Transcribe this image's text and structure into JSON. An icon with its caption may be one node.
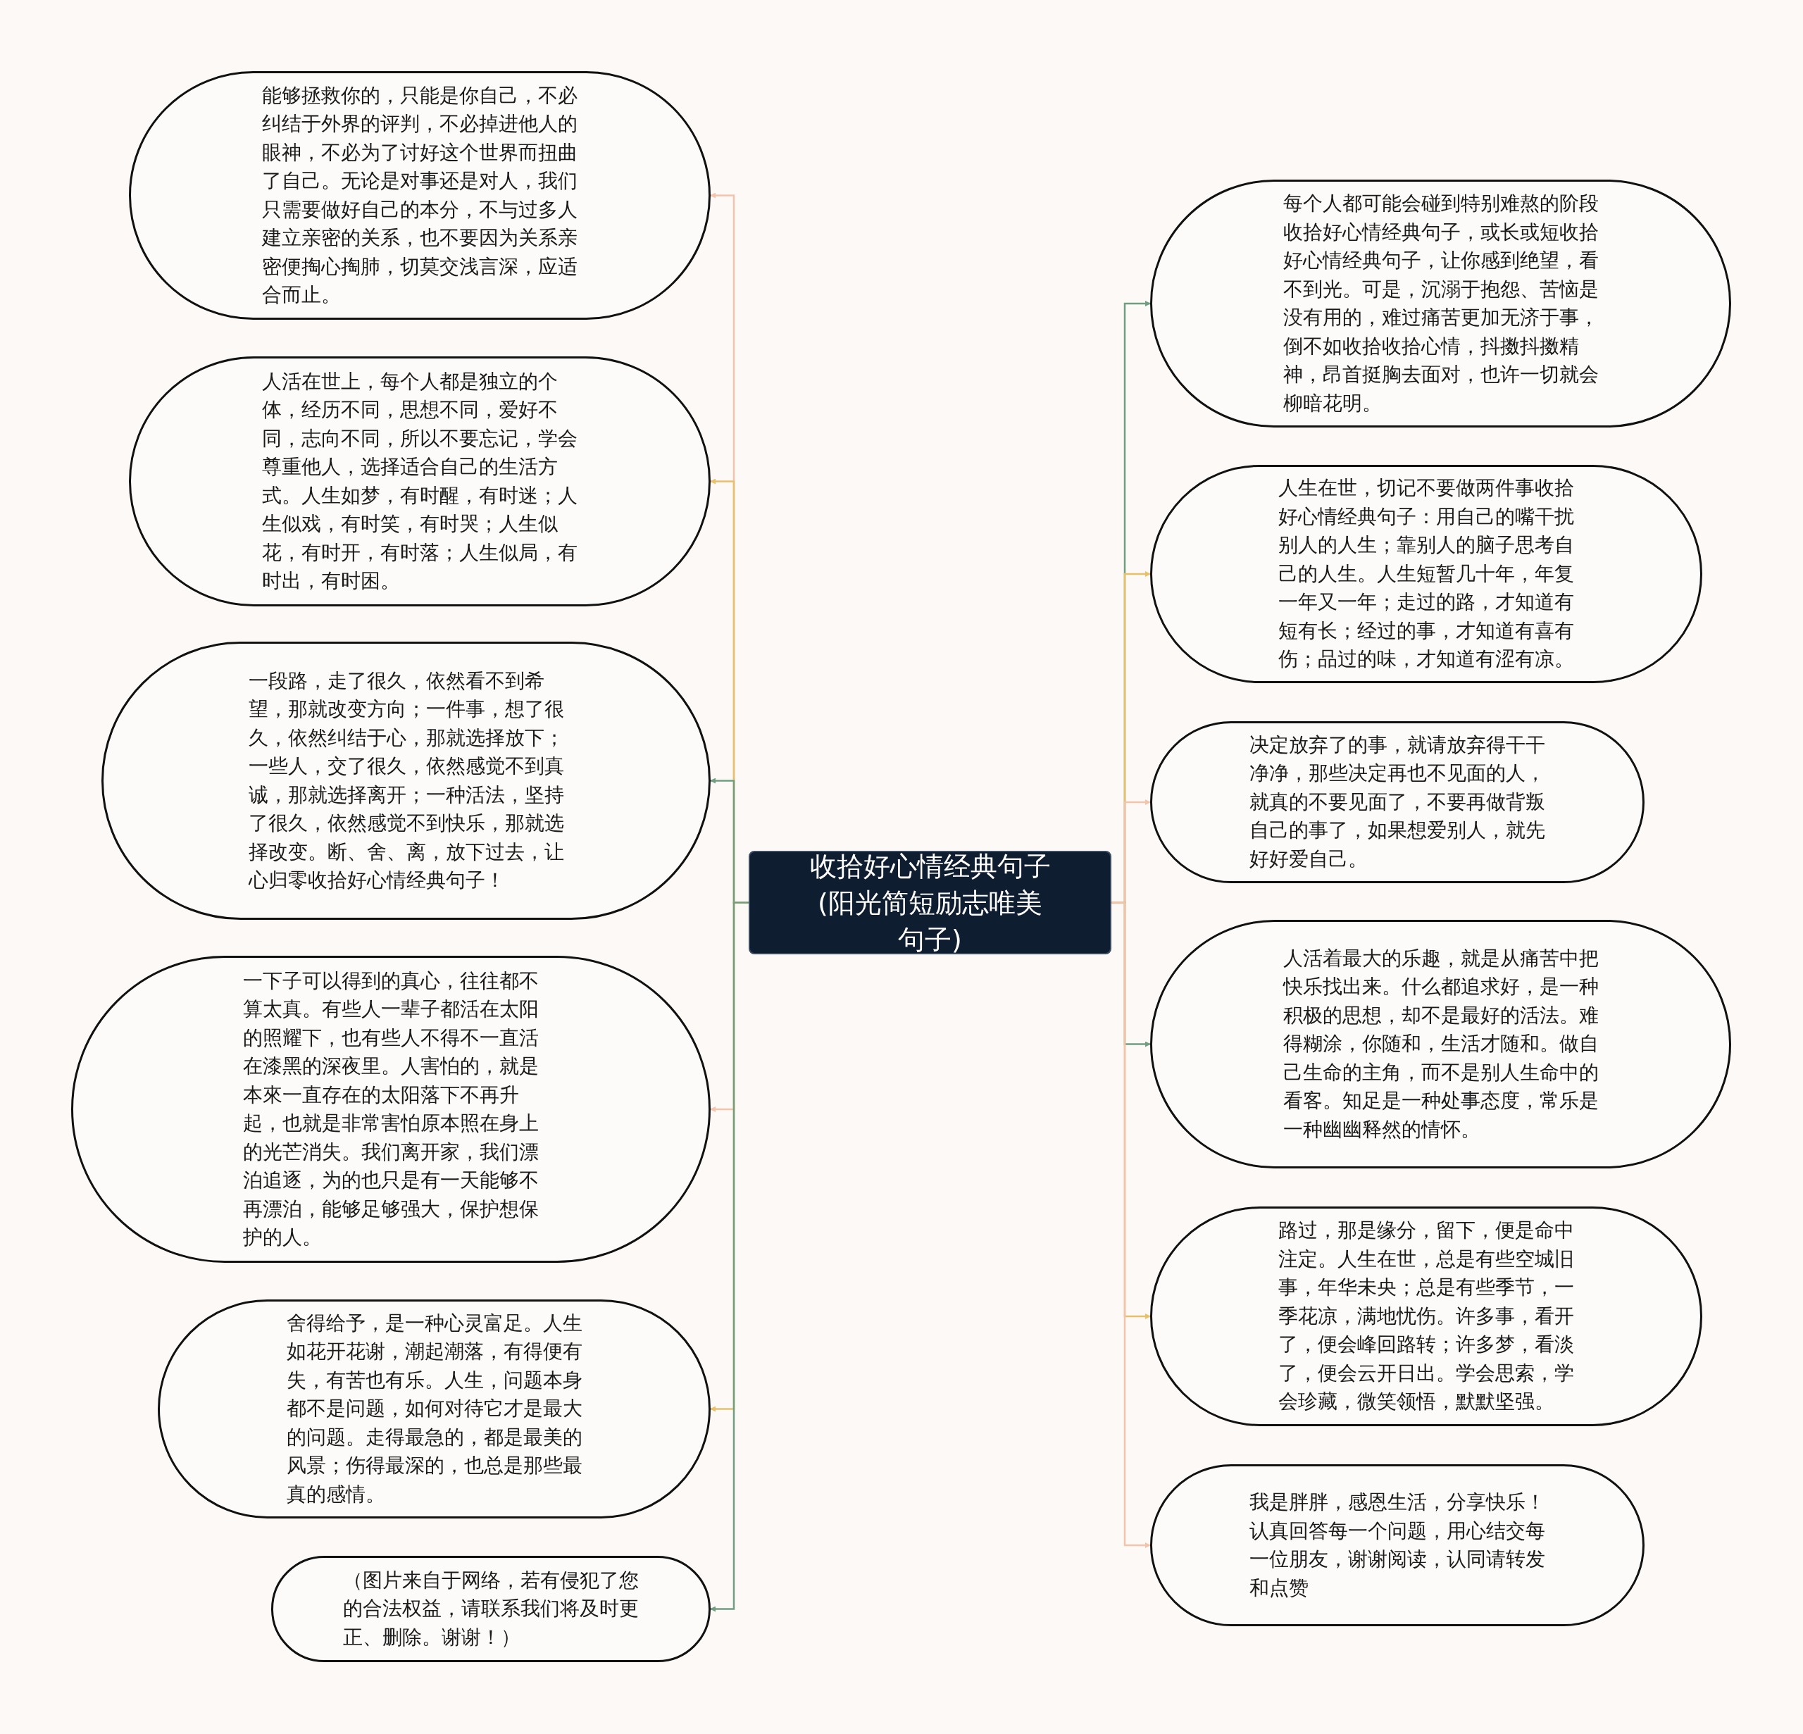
{
  "diagram": {
    "nodes": [
      {
        "text": [
          "收拾好心情经典句子(阳光简短励志唯美句子)"
        ]
      },
      {
        "text": [
          "能够拯救你的，只能是你自己，不必纠结于外界的评判，不必掉进他人的眼神，不必为了讨好这个世界而扭曲了自己。无论是对事还是对人，我们只需要做好自己的本分，不与过多人建立亲密的关系，也不要因为关系亲密便掏心掏肺，切莫交浅言深，应适合而止。"
        ]
      },
      {
        "text": [
          "人活在世上，每个人都是独立的个体，经历不同，思想不同，爱好不同，志向不同，所以不要忘记，学会尊重他人，选择适合自己的生活方式。人生如梦，有时醒，有时迷；人生似戏，有时笑，有时哭；人生似花，有时开，有时落；人生似局，有时出，有时困。"
        ]
      },
      {
        "text": [
          "一段路，走了很久，依然看不到希望，那就改变方向；一件事，想了很久，依然纠结于心，那就选择放下；一些人，交了很久，依然感觉不到真诚，那就选择离开；一种活法，坚持了很久，依然感觉不到快乐，那就选择改变。断、舍、离，放下过去，让心归零收拾好心情经典句子！"
        ]
      },
      {
        "text": [
          "一下子可以得到的真心，往往都不算太真。有些人一辈子都活在太阳的照耀下，也有些人不得不一直活在漆黑的深夜里。人害怕的，就是本來一直存在的太阳落下不再升起，也就是非常害怕原本照在身上的光芒消失。我们离开家，我们漂泊追逐，为的也只是有一天能够不再漂泊，能够足够强大，保护想保护的人。"
        ]
      },
      {
        "text": [
          "舍得给予，是一种心灵富足。人生如花开花谢，潮起潮落，有得便有失，有苦也有乐。人生，问题本身都不是问题，如何对待它才是最大的问题。走得最急的，都是最美的风景；伤得最深的，也总是那些最真的感情。"
        ]
      },
      {
        "text": [
          "（图片来自于网络，若有侵犯了您的合法权益，请联系我们将及时更正、删除。谢谢！）"
        ]
      },
      {
        "text": [
          "每个人都可能会碰到特别难熬的阶段收拾好心情经典句子，或长或短收拾好心情经典句子，让你感到绝望，看不到光。可是，沉溺于抱怨、苦恼是没有用的，难过痛苦更加无济于事，倒不如收拾收拾心情，抖擞抖擞精神，昂首挺胸去面对，也许一切就会柳暗花明。"
        ]
      },
      {
        "text": [
          "人生在世，切记不要做两件事收拾好心情经典句子：用自己的嘴干扰别人的人生；靠别人的脑子思考自己的人生。人生短暂几十年，年复一年又一年；走过的路，才知道有短有长；经过的事，才知道有喜有伤；品过的味，才知道有涩有凉。"
        ]
      },
      {
        "text": [
          "决定放弃了的事，就请放弃得干干净净，那些决定再也不见面的人，就真的不要见面了，不要再做背叛自己的事了，如果想爱别人，就先好好爱自己。"
        ]
      },
      {
        "text": [
          "人活着最大的乐趣，就是从痛苦中把快乐找出来。什么都追求好，是一种积极的思想，却不是最好的活法。难得糊涂，你随和，生活才随和。做自己生命的主角，而不是别人生命中的看客。知足是一种处事态度，常乐是一种幽幽释然的情怀。"
        ]
      },
      {
        "text": [
          "路过，那是缘分，留下，便是命中注定。人生在世，总是有些空城旧事，年华未央；总是有些季节，一季花凉，满地忧伤。许多事，看开了，便会峰回路转；许多梦，看淡了，便会云开日出。学会思索，学会珍藏，微笑领悟，默默坚强。"
        ]
      },
      {
        "text": [
          "我是胖胖，感恩生活，分享快乐！认真回答每一个问题，用心结交每一位朋友，谢谢阅读，认同请转发和点赞"
        ]
      }
    ],
    "edges": [
      {
        "from": 0,
        "to": 1,
        "arrow": "to",
        "color": "#f2c4ac"
      },
      {
        "from": 0,
        "to": 2,
        "arrow": "to",
        "color": "#e8c06a"
      },
      {
        "from": 0,
        "to": 3,
        "arrow": "to",
        "color": "#6f9e80"
      },
      {
        "from": 0,
        "to": 4,
        "arrow": "to",
        "color": "#f2c4ac"
      },
      {
        "from": 0,
        "to": 5,
        "arrow": "to",
        "color": "#e8c06a"
      },
      {
        "from": 0,
        "to": 6,
        "arrow": "to",
        "color": "#6f9e80"
      },
      {
        "from": 0,
        "to": 7,
        "arrow": "to",
        "color": "#6f9e80"
      },
      {
        "from": 0,
        "to": 8,
        "arrow": "to",
        "color": "#e8c06a"
      },
      {
        "from": 0,
        "to": 9,
        "arrow": "to",
        "color": "#f2c4ac"
      },
      {
        "from": 0,
        "to": 10,
        "arrow": "to",
        "color": "#6f9e80"
      },
      {
        "from": 0,
        "to": 11,
        "arrow": "to",
        "color": "#e8c06a"
      },
      {
        "from": 0,
        "to": 12,
        "arrow": "to",
        "color": "#f2c4ac"
      }
    ]
  }
}
